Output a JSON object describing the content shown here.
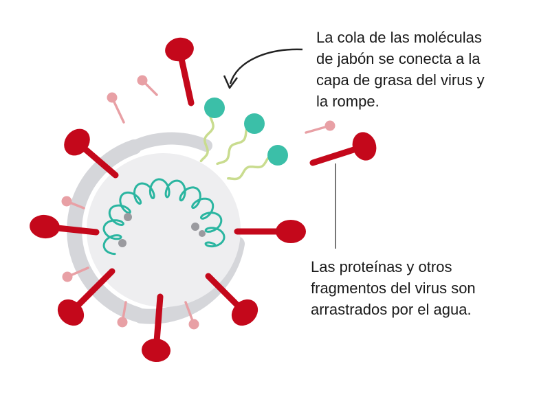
{
  "colors": {
    "spike": "#c4081b",
    "spike_faded": "#e8a0a5",
    "envelope": "#d5d6da",
    "core": "#eeeef0",
    "rna": "#2ab5a0",
    "rna_node": "#9a9a9f",
    "soap_head": "#3bbfa8",
    "soap_tail": "#c9dc8f",
    "arrow": "#222222",
    "pointer_line": "#777777"
  },
  "annotations": {
    "soap_tail": {
      "lines": [
        "La cola de las moléculas",
        "de jabón se conecta a la",
        "capa de grasa del virus y",
        "la rompe."
      ]
    },
    "proteins_washed": {
      "lines": [
        "Las proteínas y otros",
        "fragmentos del virus son",
        "arrastrados por el agua."
      ]
    }
  }
}
